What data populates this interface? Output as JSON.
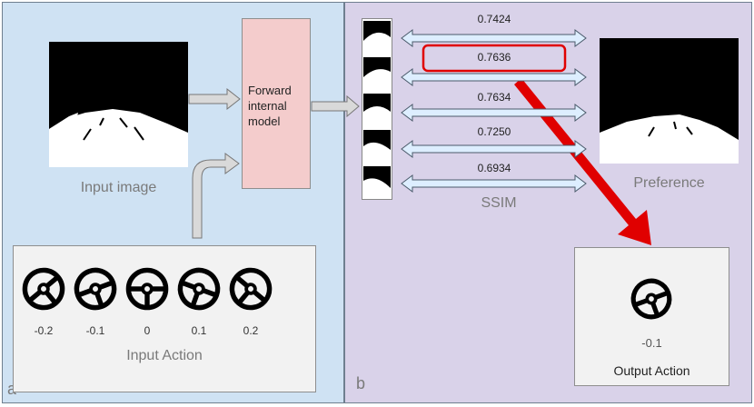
{
  "panels": {
    "a": {
      "letter": "a",
      "input_image_label": "Input image",
      "model_label": "Forward internal model",
      "input_action_label": "Input Action"
    },
    "b": {
      "letter": "b",
      "ssim_label": "SSIM",
      "preference_label": "Preference",
      "output_action_label": "Output Action",
      "output_value": "-0.1"
    }
  },
  "actions": [
    {
      "value": "-0.2",
      "angle": -40
    },
    {
      "value": "-0.1",
      "angle": -20
    },
    {
      "value": "0",
      "angle": 0
    },
    {
      "value": "0.1",
      "angle": 20
    },
    {
      "value": "0.2",
      "angle": 40
    }
  ],
  "ssim_scores": [
    {
      "value": "0.7424",
      "selected": false
    },
    {
      "value": "0.7636",
      "selected": true
    },
    {
      "value": "0.7634",
      "selected": false
    },
    {
      "value": "0.7250",
      "selected": false
    },
    {
      "value": "0.6934",
      "selected": false
    }
  ],
  "colors": {
    "panel_a_bg": "#cfe2f3",
    "panel_b_bg": "#d9d2e9",
    "model_bg": "#f4cccc",
    "arrow_fill": "#d9d9d9",
    "double_arrow_fill": "#ddeeff",
    "highlight": "#e00000"
  }
}
